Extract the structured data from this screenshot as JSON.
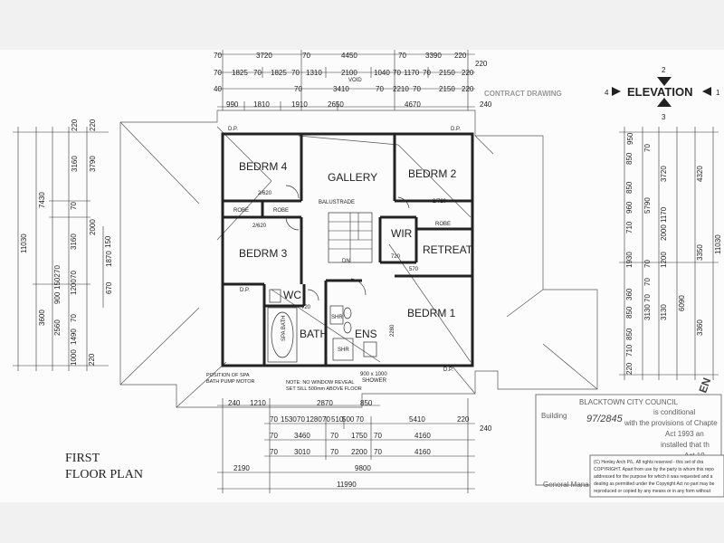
{
  "title": [
    "FIRST",
    "FLOOR PLAN"
  ],
  "elevation": {
    "label": "ELEVATION",
    "left": "4",
    "right": "1",
    "top": "2",
    "bottom": "3"
  },
  "rooms": {
    "bedrm4": "BEDRM 4",
    "gallery": "GALLERY",
    "bedrm2": "BEDRM 2",
    "bedrm3": "BEDRM 3",
    "wir": "WIR",
    "retreat": "RETREAT",
    "wc": "WC",
    "bath": "BATH",
    "ens": "ENS",
    "bedrm1": "BEDRM 1"
  },
  "labels": {
    "robe1": "ROBE",
    "robe2": "ROBE",
    "robe3": "ROBE",
    "door_bed4": "2/620",
    "door_bed3": "2/620",
    "door_bed2": "2/720",
    "balustrade": "BALUSTRADE",
    "dn": "DN",
    "wir_dim": "720",
    "retreat_dim": "570",
    "wc_dim": "720",
    "ens_dim": "2280",
    "shr1": "SHR",
    "shr2": "SHR",
    "spa": "SPA BATH",
    "dp1": "D.P.",
    "dp2": "D.P.",
    "dp3": "D.P.",
    "dp4": "D.P.",
    "shower": "900 x 1000",
    "shower2": "SHOWER"
  },
  "notes": {
    "spa_note": [
      "POSITION OF SPA",
      "BATH PUMP MOTOR"
    ],
    "window_note": [
      "NOTE: NO WINDOW REVEAL",
      "SET SILL 500mm ABOVE FLOOR"
    ]
  },
  "top_dims": {
    "row1": [
      "70",
      "3720",
      "70",
      "4450",
      "70",
      "3390",
      "220"
    ],
    "row2": [
      "70",
      "1825",
      "70",
      "1825",
      "70",
      "1310",
      "2100",
      "1040",
      "70",
      "1170",
      "70",
      "2150",
      "220"
    ],
    "row3": [
      "40",
      "70",
      "3410",
      "70",
      "2210",
      "70",
      "2150",
      "220"
    ],
    "void": "VOID",
    "row4": [
      "990",
      "1810",
      "1910",
      "2650",
      "4670",
      "240"
    ],
    "side": "220"
  },
  "bottom_dims": {
    "row1": [
      "240",
      "1210",
      "2870",
      "850"
    ],
    "row2": [
      "70",
      "1530",
      "70",
      "1280",
      "70",
      "510",
      "500",
      "70",
      "5410",
      "220",
      "240"
    ],
    "row3": [
      "70",
      "3460",
      "70",
      "1750",
      "70",
      "4160"
    ],
    "row4": [
      "70",
      "3010",
      "70",
      "2200",
      "70",
      "4160"
    ],
    "row5": [
      "2190",
      "9800"
    ],
    "row6": [
      "11990"
    ]
  },
  "left_dims": {
    "outer": [
      "11030"
    ],
    "mid": [
      "7430",
      "3600"
    ],
    "inner": [
      "220",
      "3160",
      "70",
      "3160",
      "70",
      "1200",
      "70",
      "1490",
      "1000",
      "220",
      "220"
    ],
    "inner2": [
      "3790",
      "2000",
      "1870",
      "670"
    ],
    "small": [
      "70",
      "1502",
      "2560",
      "900",
      "150"
    ]
  },
  "right_dims": {
    "col1": [
      "950",
      "710",
      "1930",
      "360",
      "710",
      "220"
    ],
    "col2": [
      "5790",
      "3130"
    ],
    "col3": [
      "3720",
      "2000",
      "1200",
      "6090",
      "3130"
    ],
    "col4": [
      "4320",
      "3350",
      "3360"
    ],
    "col5": [
      "11030"
    ],
    "extra": [
      "850",
      "850",
      "70",
      "70",
      "70",
      "960",
      "1170",
      "850",
      "70",
      "850"
    ]
  },
  "council": {
    "name": "BLACKTOWN CITY COUNCIL",
    "ref": "97/2845",
    "conditional": "is conditional",
    "line1": "with the provisions of Chapte",
    "line2": "Act 1993 an",
    "line3": "installed that th",
    "line4": "Act 19",
    "building": "Building",
    "general": "General Mana"
  },
  "copyright": [
    "(C) Henley Arch P/L. All rights reserved - this set of dra",
    "COPYRIGHT. Apart from use by the party to whom this repo",
    "addressed for the purpose for which it was requested and a",
    "dealing as permitted under the Copyright Act no part may be",
    "reproduced or copied by any means or in any form without"
  ],
  "stamp_text": "CONTRACT DRAWING",
  "corner_mark": "EN"
}
